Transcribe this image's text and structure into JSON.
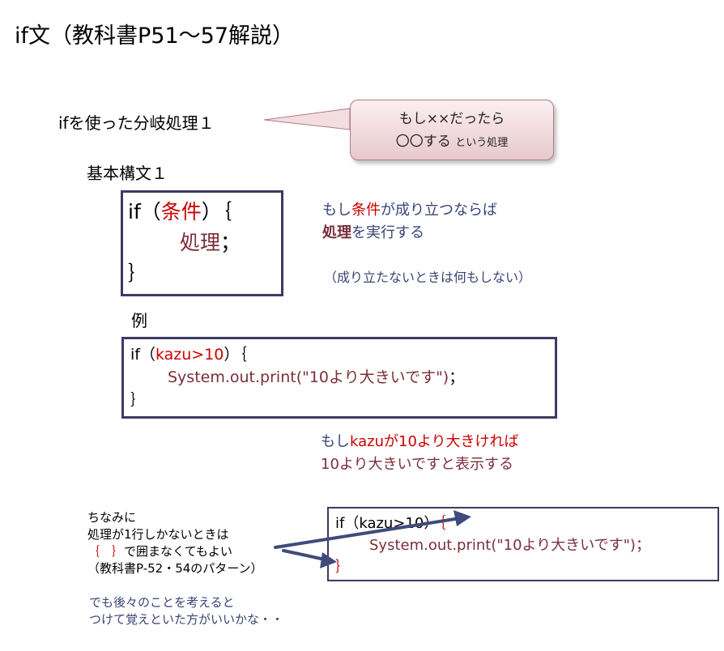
{
  "title": "if文（教科書P51～57解説）",
  "heading1": "ifを使った分岐処理１",
  "callout": {
    "line1": "もし××だったら",
    "line2_main": "〇〇する",
    "line2_small": "という処理"
  },
  "heading2": "基本構文１",
  "syntax": {
    "if_kw": "if（",
    "cond": "条件",
    "close": "）｛",
    "body": "処理",
    "semi": "；",
    "end": "｝"
  },
  "explain": {
    "l1_a": "もし",
    "l1_cond": "条件",
    "l1_b": "が成り立つならば",
    "l2_proc": "処理",
    "l2_b": "を実行する",
    "note": "（成り立たないときは何もしない）"
  },
  "example_label": "例",
  "example": {
    "if_kw": "if（",
    "cond": "kazu>10",
    "close": "）｛",
    "body": "System.out.print(\"10より大きいです\")",
    "semi": "；",
    "end": "｝"
  },
  "example_explain": {
    "l1_a": "もし",
    "l1_cond": "kazuが10より大きければ",
    "l2": "10より大きいですと表示する"
  },
  "aside": {
    "l1": "ちなみに",
    "l2": "処理が1行しかないときは",
    "l3_brace": "｛　｝",
    "l3_b": "で囲まなくてもよい",
    "l4": "（教科書P-52・54のパターン）",
    "l5": "でも後々のことを考えると",
    "l6": "つけて覚えといた方がいいかな・・"
  },
  "example2": {
    "l1_a": "if（kazu>10）",
    "l1_brace": "｛",
    "l2": "System.out.print(\"10より大きいです\")；",
    "l3": "｝"
  },
  "colors": {
    "accent_red": "#cc0000",
    "wine": "#7a2f3a",
    "slate": "#3a4475",
    "box_border": "#3b3b63"
  }
}
